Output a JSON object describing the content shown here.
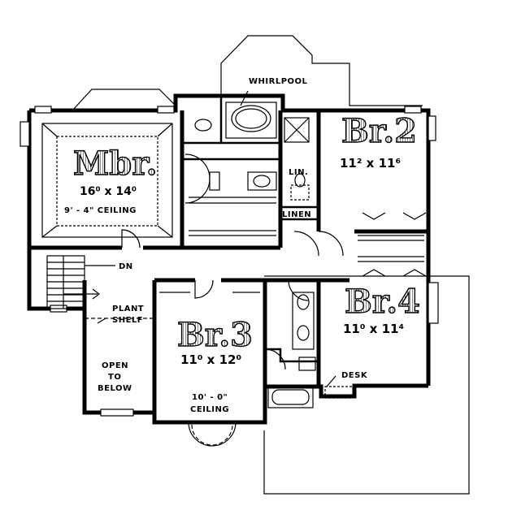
{
  "rooms": {
    "mbr": {
      "name": "Mbr.",
      "dims": "16⁰ x 14⁰",
      "ceiling": "9' - 4\" CEILING"
    },
    "br2": {
      "name": "Br.2",
      "dims": "11² x 11⁶"
    },
    "br3": {
      "name": "Br.3",
      "dims": "11⁰ x 12⁰",
      "ceiling_1": "10' - 0\"",
      "ceiling_2": "CEILING"
    },
    "br4": {
      "name": "Br.4",
      "dims": "11⁰ x 11⁴"
    }
  },
  "labels": {
    "whirlpool": "WHIRLPOOL",
    "lin": "LIN.",
    "linen": "LINEN",
    "dn": "DN",
    "plant_1": "PLANT",
    "plant_2": "SHELF",
    "open_1": "OPEN",
    "open_2": "TO",
    "open_3": "BELOW",
    "desk": "DESK"
  }
}
